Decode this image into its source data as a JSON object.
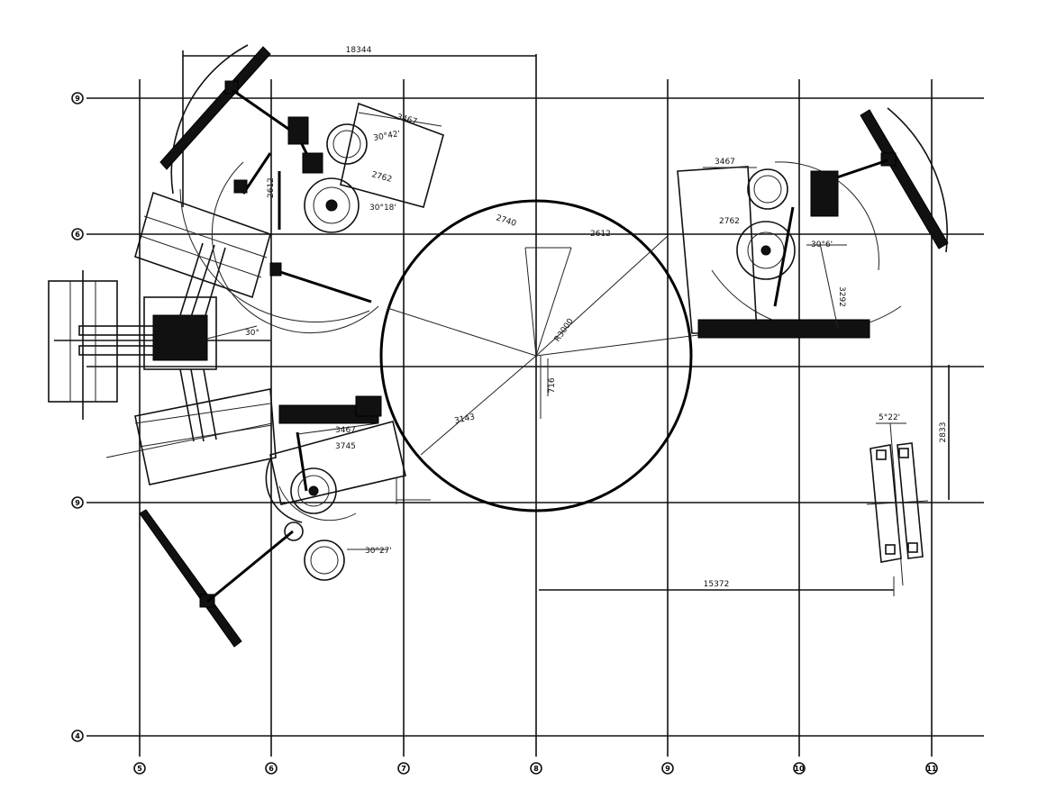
{
  "dimensions": {
    "top_span": "18344",
    "bottom_span": "15372",
    "right_vertical": "2833",
    "cell_top": "3467",
    "cell_top_b": "2762",
    "cell_top_c": "2740",
    "cell_top_d": "2612",
    "cell_right_a": "3467",
    "cell_right_b": "2762",
    "cell_right_c": "3292",
    "center_offset": "716",
    "cell_bottom_a": "3467",
    "cell_bottom_b": "3745",
    "cell_bottom_c": "3143",
    "radius_label": "R3000",
    "angle_top": "30°42'",
    "angle_top2": "30°18'",
    "angle_right": "30°6'",
    "angle_bottom": "30°27'",
    "angle_far_right": "5°22'",
    "angle_left": "30°"
  },
  "grid": {
    "rows": [
      "9",
      "6",
      "9",
      "4"
    ],
    "cols": [
      "5",
      "6",
      "7",
      "8",
      "9",
      "10",
      "11"
    ]
  }
}
